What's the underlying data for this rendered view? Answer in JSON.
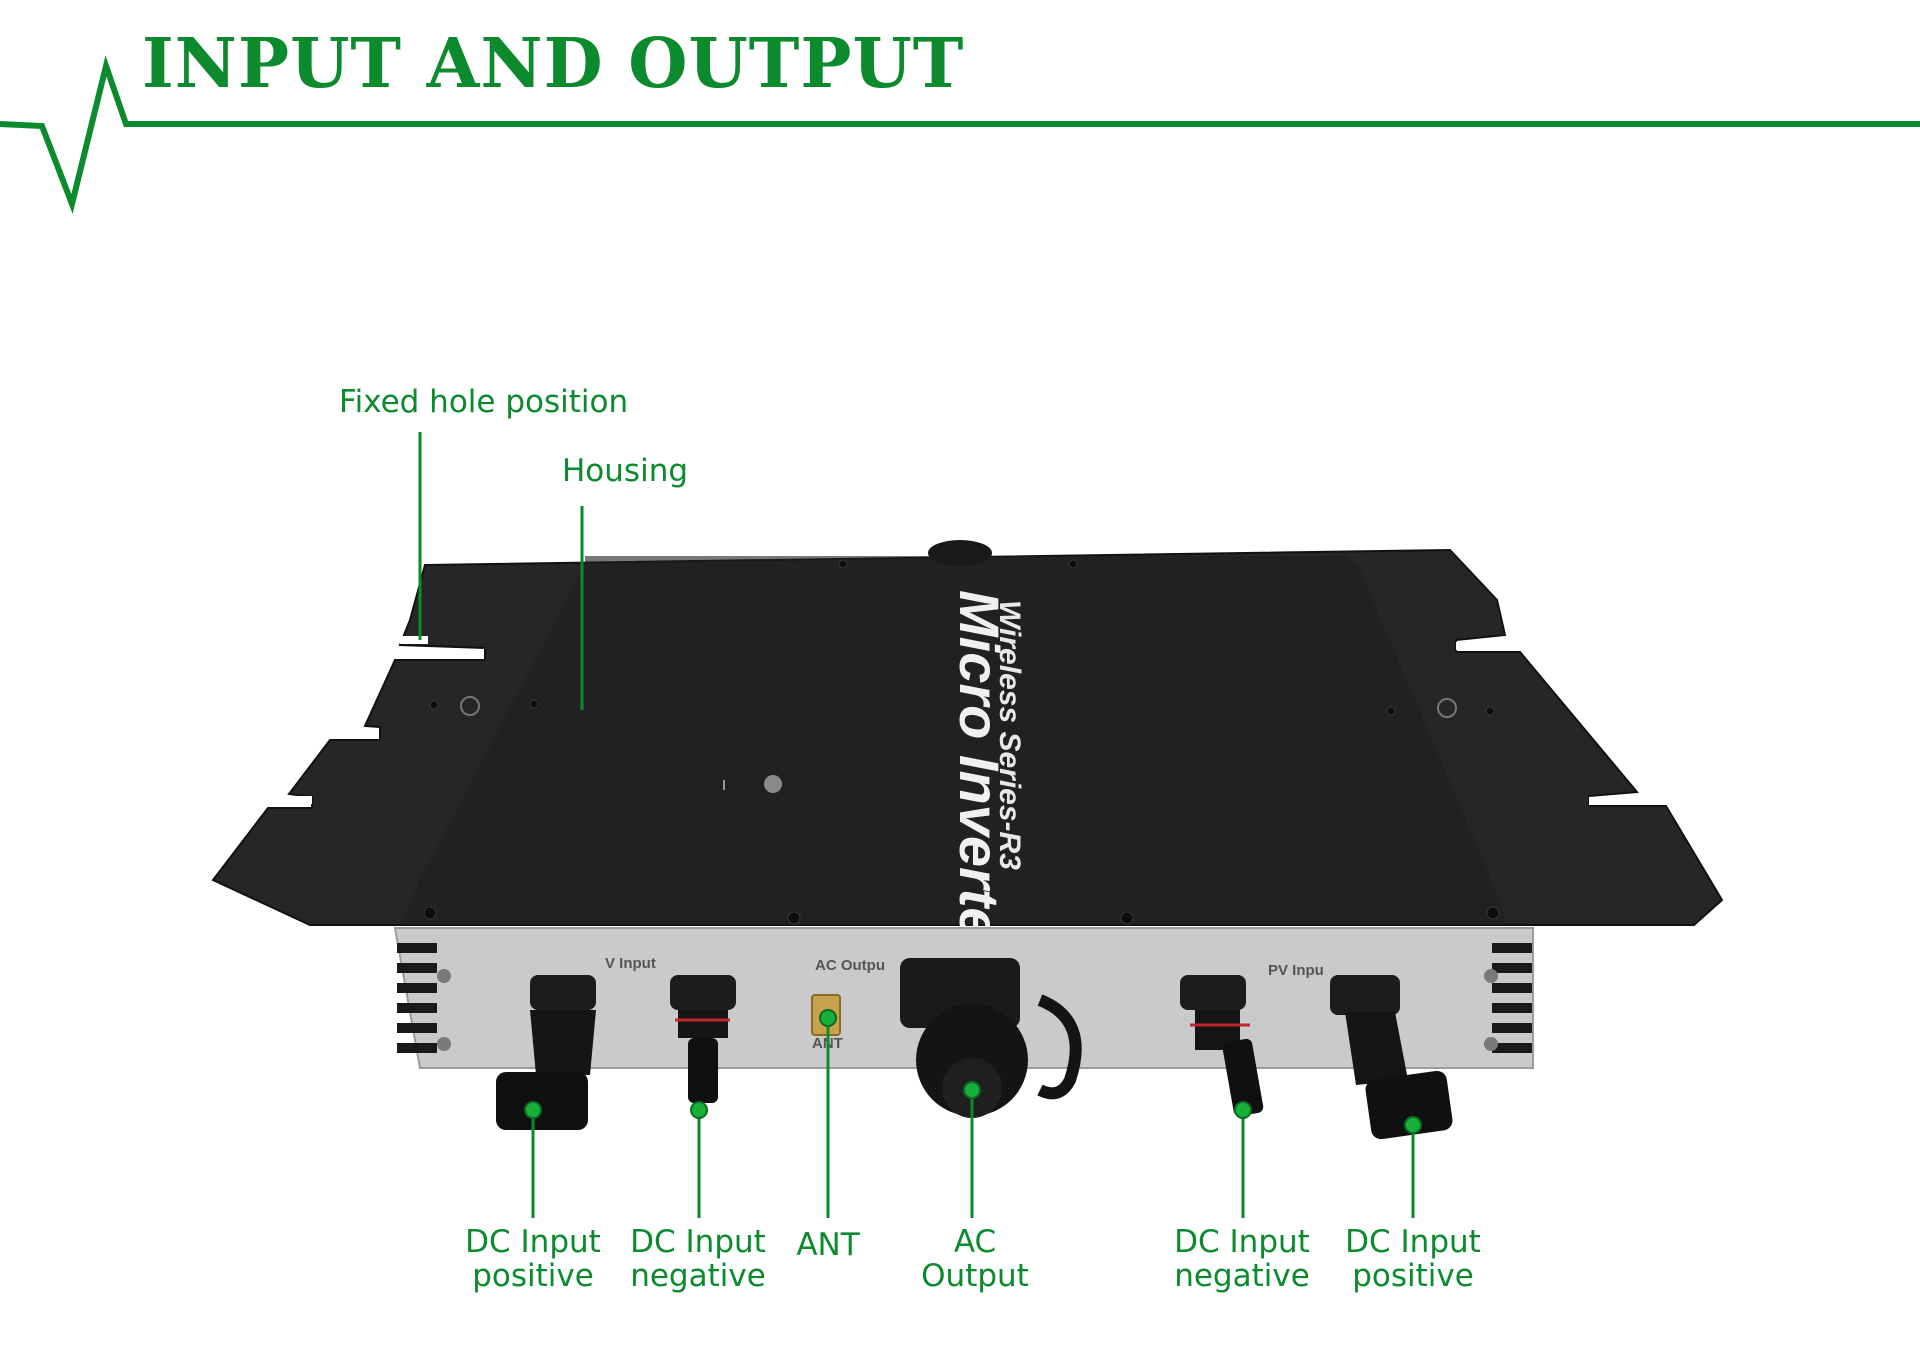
{
  "header": {
    "title": "INPUT AND OUTPUT"
  },
  "colors": {
    "accent": "#0b8a2e",
    "device_top": "#232323",
    "device_panel": "#c9cacc"
  },
  "device": {
    "brand_line1": "Wireless Series-R3",
    "brand_line2": "Micro Inverter",
    "panel_pv_input_left": "V Input",
    "panel_ac_output": "AC Outpu",
    "panel_ant": "ANT",
    "panel_pv_input_right": "PV Inpu"
  },
  "callouts": {
    "fixed_hole": "Fixed hole position",
    "housing": "Housing",
    "dc_pos_left": {
      "line1": "DC Input",
      "line2": "positive"
    },
    "dc_neg_left": {
      "line1": "DC Input",
      "line2": "negative"
    },
    "ant": "ANT",
    "ac_output": {
      "line1": "AC",
      "line2": "Output"
    },
    "dc_neg_right": {
      "line1": "DC Input",
      "line2": "negative"
    },
    "dc_pos_right": {
      "line1": "DC Input",
      "line2": "positive"
    }
  }
}
